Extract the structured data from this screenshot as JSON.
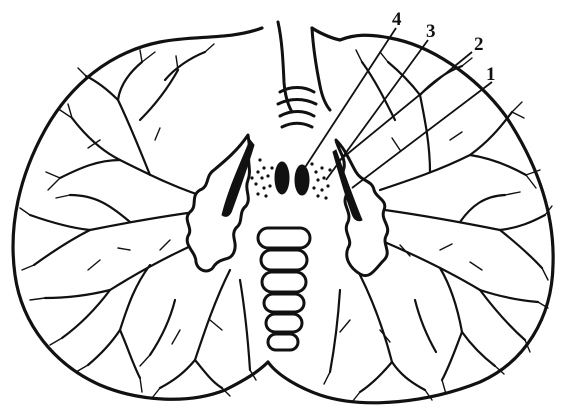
{
  "figure": {
    "labels": [
      {
        "id": "label-4",
        "text": "4"
      },
      {
        "id": "label-3",
        "text": "3"
      },
      {
        "id": "label-2",
        "text": "2"
      },
      {
        "id": "label-1",
        "text": "1"
      }
    ]
  }
}
